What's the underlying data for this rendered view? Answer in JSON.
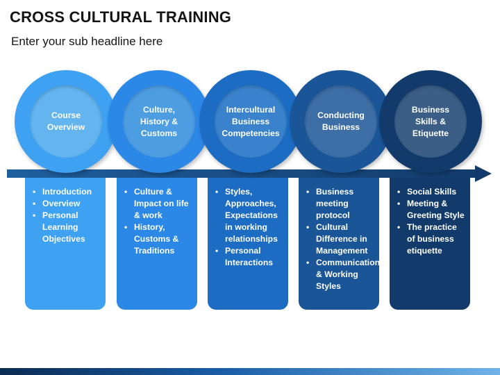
{
  "title": "CROSS CULTURAL TRAINING",
  "subtitle": "Enter your sub headline here",
  "stages": [
    {
      "label": "Course Overview",
      "label_lines": [
        "Course",
        "Overview"
      ],
      "outer_color": "#3ea1f2",
      "inner_color": "#63b4ef",
      "card_color": "#3ea1f2",
      "bullets": [
        "Introduction",
        "Overview",
        "Personal Learning Objectives"
      ]
    },
    {
      "label": "Culture, History & Customs",
      "label_lines": [
        "Culture,",
        "History &",
        "Customs"
      ],
      "outer_color": "#2c88e6",
      "inner_color": "#4d9de3",
      "card_color": "#2c88e6",
      "bullets": [
        "Culture & Impact on life & work",
        "History, Customs & Traditions"
      ]
    },
    {
      "label": "Intercultural Business Competencies",
      "label_lines": [
        "Intercultural",
        "Business",
        "Competencies"
      ],
      "outer_color": "#1c6cc4",
      "inner_color": "#3a83cc",
      "card_color": "#1c6cc4",
      "bullets": [
        "Styles, Approaches, Expectations in working relationships",
        "Personal Interactions"
      ]
    },
    {
      "label": "Conducting Business",
      "label_lines": [
        "Conducting",
        "Business"
      ],
      "outer_color": "#1a5597",
      "inner_color": "#3d6ea5",
      "card_color": "#1a5597",
      "bullets": [
        "Business meeting protocol",
        "Cultural Difference in Management",
        "Communication & Working Styles"
      ]
    },
    {
      "label": "Business Skills & Etiquette",
      "label_lines": [
        "Business",
        "Skills &",
        "Etiquette"
      ],
      "outer_color": "#123b6b",
      "inner_color": "#3a5e86",
      "card_color": "#123b6b",
      "bullets": [
        "Social Skills",
        "Meeting & Greeting Style",
        "The practice of business etiquette"
      ]
    }
  ]
}
